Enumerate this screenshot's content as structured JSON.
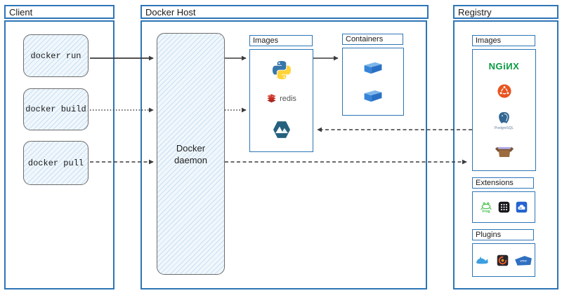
{
  "colors": {
    "frame-blue": "#2e75b6",
    "sketch-border": "#6e6e6e",
    "sketch-fill": "#f0f7fc",
    "hatch-line": "#c9dff1",
    "arrow-dark": "#3a3a3a",
    "text-dark": "#1a1a1a",
    "nginx-green": "#089b41",
    "redis-red": "#c6302b",
    "python-blue": "#3776ab",
    "python-yellow": "#ffd43b",
    "alpine-blue": "#25617f",
    "ubuntu-orange": "#e95420",
    "postgres-blue": "#336791",
    "container-blue": "#3584d8",
    "whale-blue": "#3b9fe0",
    "grafana-orange": "#f05a28",
    "vmware-blue": "#2f6fc1",
    "jfrog-green": "#3fbf49",
    "box-brown": "#9c6c3e",
    "box-lavender": "#aca6e3"
  },
  "client": {
    "title": "Client",
    "commands": [
      {
        "label": "docker run",
        "arrow_style": "solid"
      },
      {
        "label": "docker build",
        "arrow_style": "dotted"
      },
      {
        "label": "docker pull",
        "arrow_style": "dashed"
      }
    ]
  },
  "host": {
    "title": "Docker Host",
    "daemon_label": "Docker daemon",
    "images": {
      "label": "Images",
      "items": [
        {
          "icon": "python-icon"
        },
        {
          "icon": "redis-icon",
          "text": "redis"
        },
        {
          "icon": "alpine-icon"
        }
      ]
    },
    "containers": {
      "label": "Containers",
      "container_count": 2
    }
  },
  "registry": {
    "title": "Registry",
    "images": {
      "label": "Images",
      "items": [
        {
          "icon": "nginx-logo",
          "text": "NGiИX"
        },
        {
          "icon": "ubuntu-icon"
        },
        {
          "icon": "postgresql-icon",
          "text": "PostgreSQL"
        },
        {
          "icon": "package-icon"
        }
      ]
    },
    "extensions": {
      "label": "Extensions",
      "items": [
        {
          "icon": "jfrog-icon",
          "text": "Frog"
        },
        {
          "icon": "app-grid-icon"
        },
        {
          "icon": "disk-drive-icon"
        }
      ]
    },
    "plugins": {
      "label": "Plugins",
      "items": [
        {
          "icon": "whale-icon"
        },
        {
          "icon": "grafana-icon"
        },
        {
          "icon": "vmware-icon",
          "text": "vmw"
        }
      ]
    }
  },
  "arrows": [
    {
      "from": "docker-run",
      "to": "docker-daemon",
      "style": "solid"
    },
    {
      "from": "docker-daemon",
      "to": "host-images",
      "style": "solid"
    },
    {
      "from": "host-images",
      "to": "containers",
      "style": "solid"
    },
    {
      "from": "docker-build",
      "to": "docker-daemon",
      "style": "dotted"
    },
    {
      "from": "docker-daemon",
      "to": "host-images",
      "style": "dotted"
    },
    {
      "from": "docker-pull",
      "to": "docker-daemon",
      "style": "dashed"
    },
    {
      "from": "docker-daemon",
      "to": "registry-images",
      "style": "dashed"
    },
    {
      "from": "registry-images",
      "to": "host-images",
      "style": "dashed"
    }
  ]
}
